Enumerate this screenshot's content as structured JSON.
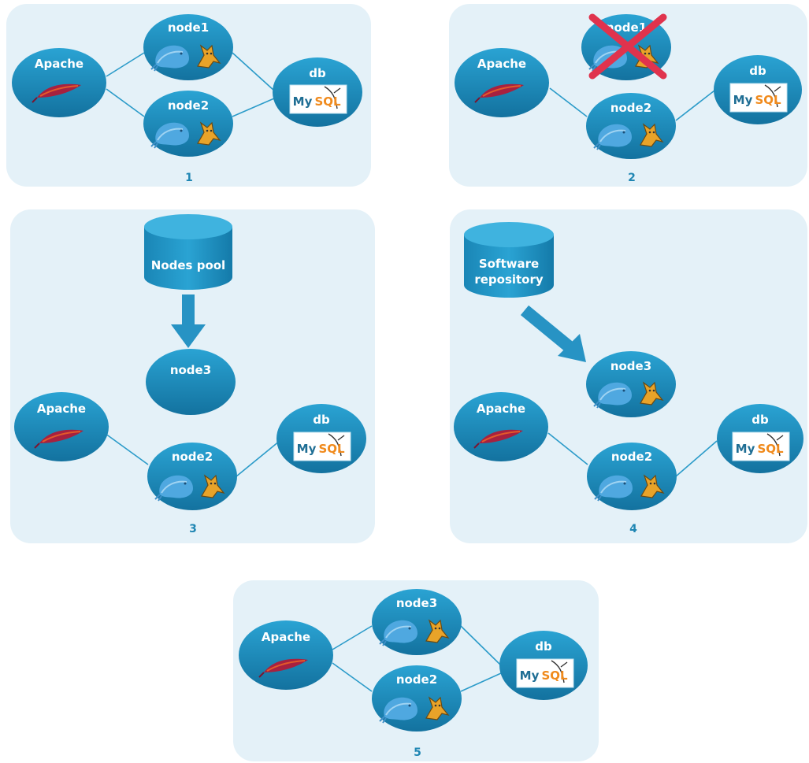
{
  "colors": {
    "panel": "#e4f1f8",
    "node": "#1d8fc1",
    "node_dark": "#136f9a",
    "connector": "#2b9bc9",
    "arrow": "#2793c4",
    "feather": "#a7213f",
    "cross": "#e0334d",
    "tomcat": "#e8a329",
    "dolphin": "#4fa8e0"
  },
  "labels": {
    "apache": "Apache",
    "node1": "node1",
    "node2": "node2",
    "node3": "node3",
    "db": "db",
    "mysql_my": "My",
    "mysql_sql": "SQL",
    "nodes_pool": "Nodes pool",
    "software_line1": "Software",
    "software_line2": "repository"
  },
  "panels": [
    {
      "number": "1"
    },
    {
      "number": "2"
    },
    {
      "number": "3"
    },
    {
      "number": "4"
    },
    {
      "number": "5"
    }
  ]
}
